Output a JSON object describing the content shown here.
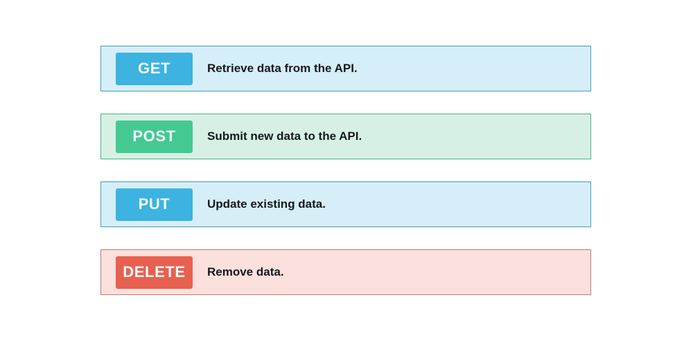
{
  "page": {
    "background_color": "#ffffff"
  },
  "methods": {
    "rows": [
      {
        "badge_label": "GET",
        "description": "Retrieve data from the API.",
        "badge_color": "#3cb3e0",
        "row_background": "#d6eef8",
        "row_border": "#3f9fb5",
        "theme": "blue"
      },
      {
        "badge_label": "POST",
        "description": "Submit new data to the API.",
        "badge_color": "#44c992",
        "row_background": "#d6f1e3",
        "row_border": "#4aae8c",
        "theme": "green"
      },
      {
        "badge_label": "PUT",
        "description": "Update existing data.",
        "badge_color": "#3cb3e0",
        "row_background": "#d6eef8",
        "row_border": "#3f9fb5",
        "theme": "blue"
      },
      {
        "badge_label": "DELETE",
        "description": "Remove data.",
        "badge_color": "#e8604f",
        "row_background": "#fbe0dd",
        "row_border": "#c07a70",
        "theme": "red"
      }
    ]
  }
}
